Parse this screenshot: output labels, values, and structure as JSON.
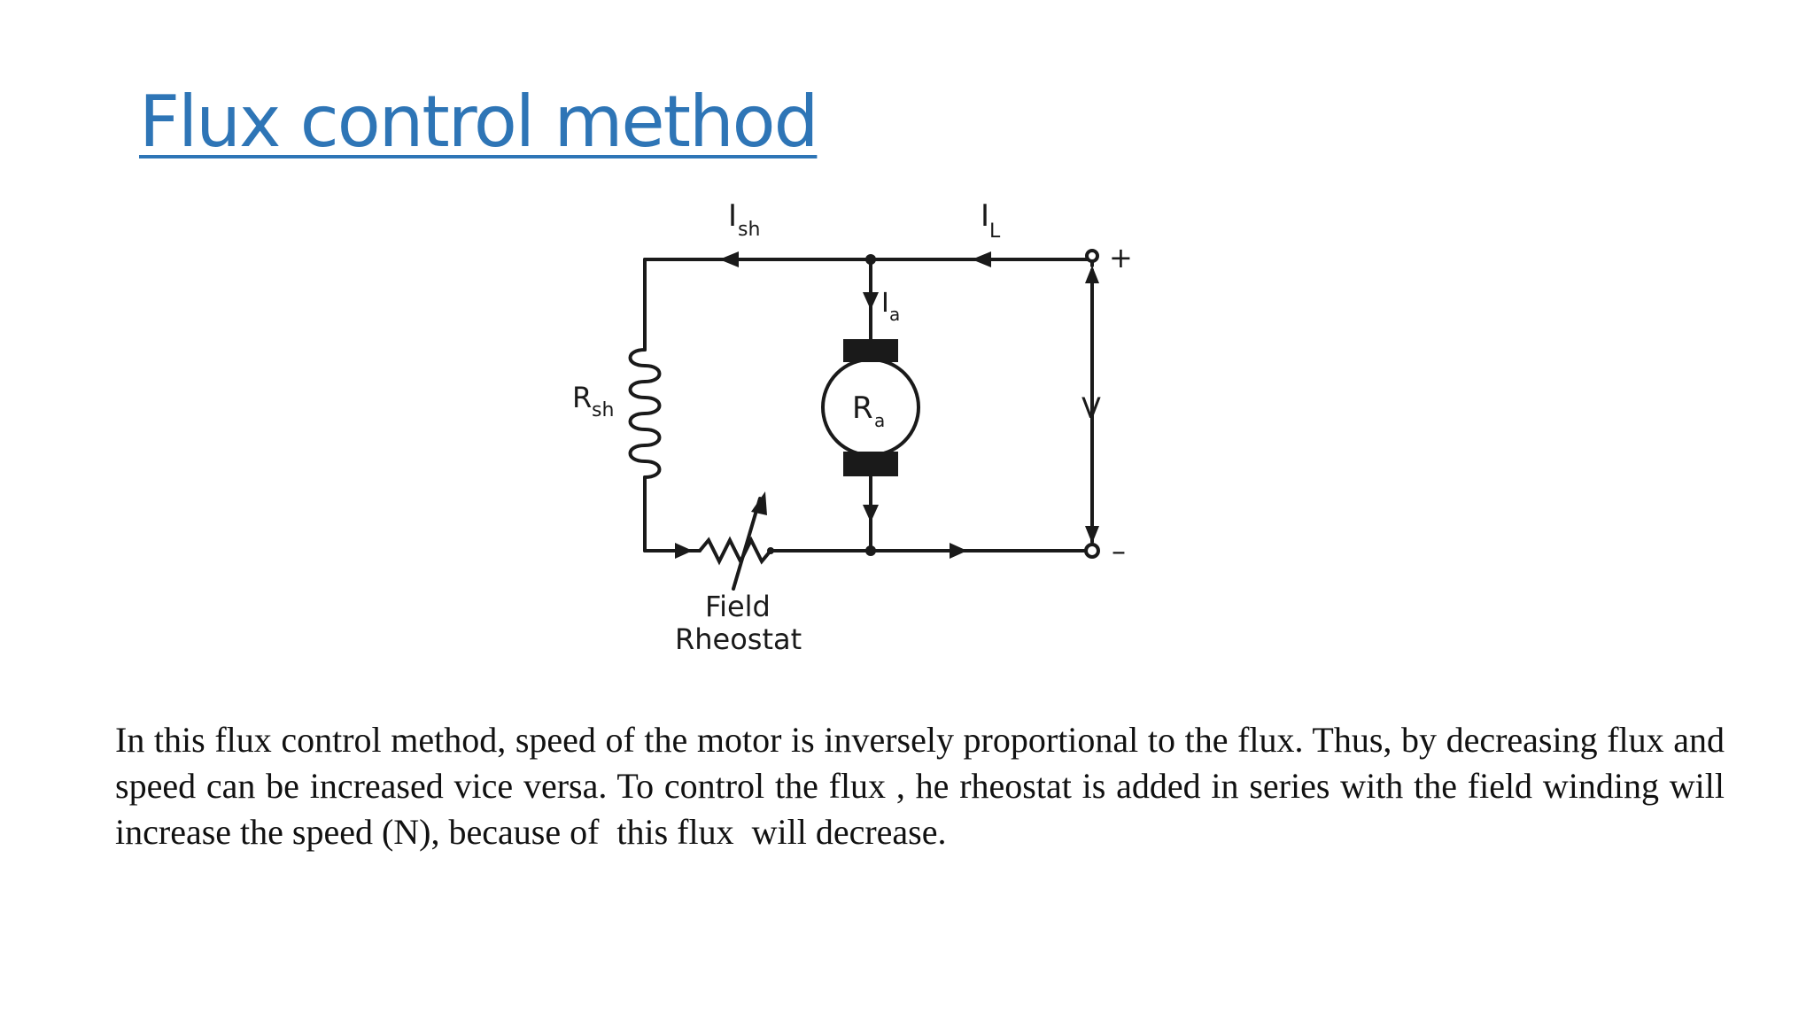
{
  "slide": {
    "title": "Flux control method",
    "paragraph": "In this flux control method, speed of the motor is inversely proportional to the flux. Thus, by decreasing flux and speed can be increased vice versa. To control the flux , he rheostat is added in series with the field winding will increase the speed (N), because of  this flux  will decrease."
  },
  "diagram": {
    "labels": {
      "i_sh_main": "I",
      "i_sh_sub": "sh",
      "i_l_main": "I",
      "i_l_sub": "L",
      "i_a_main": "I",
      "i_a_sub": "a",
      "r_sh_main": "R",
      "r_sh_sub": "sh",
      "r_a_main": "R",
      "r_a_sub": "a",
      "voltage": "V",
      "plus": "+",
      "minus": "–",
      "rheostat_line1": "Field",
      "rheostat_line2": "Rheostat"
    },
    "colors": {
      "line": "#1a1a1a",
      "brush": "#1a1a1a"
    }
  }
}
